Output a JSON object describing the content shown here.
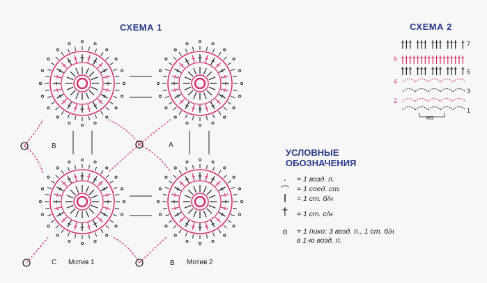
{
  "schema1": {
    "title": "СХЕМА 1",
    "labels": {
      "a": "A",
      "b_top": "B",
      "c_bottom": "C",
      "b_bottom": "B"
    },
    "motif1": "Мотив 1",
    "motif2": "Мотив 2"
  },
  "schema2": {
    "title": "СХЕМА 2",
    "rows_right": [
      "7",
      "5",
      "3",
      "1"
    ],
    "rows_left": [
      "6",
      "4",
      "2"
    ],
    "ms_label": "MS"
  },
  "legend": {
    "title_line1": "УСЛОВНЫЕ",
    "title_line2": "ОБОЗНАЧЕНИЯ",
    "items": [
      {
        "text": "= 1 возд. п."
      },
      {
        "text": "= 1 соед. ст."
      },
      {
        "text": "= 1 ст. б/н"
      },
      {
        "text": "= 1 ст. с/н"
      },
      {
        "text": "= 1 пико: 3 возд. п., 1 ст. б/н"
      },
      {
        "text": "в 1-ю возд. п."
      }
    ]
  },
  "colors": {
    "pink": "#d8306b",
    "dark": "#222222",
    "navy": "#2a3a8a"
  }
}
